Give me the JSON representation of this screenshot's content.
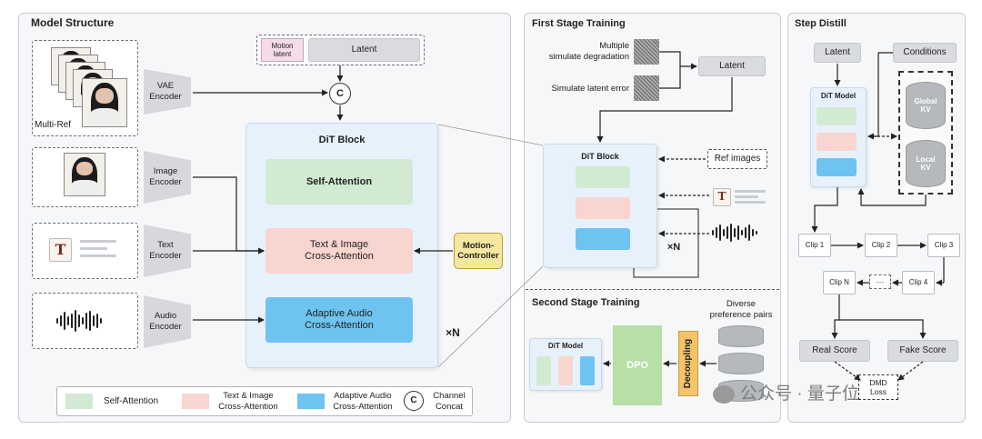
{
  "model_structure": {
    "title": "Model Structure",
    "multi_ref_label": "Multi-Ref",
    "vae_encoder": "VAE\nEncoder",
    "image_encoder": "Image\nEncoder",
    "text_encoder": "Text\nEncoder",
    "audio_encoder": "Audio\nEncoder",
    "motion_latent": "Motion\nlatent",
    "latent": "Latent",
    "concat_symbol": "C",
    "dit_block_title": "DiT Block",
    "self_attention": "Self-Attention",
    "text_image_cross": "Text & Image\nCross-Attention",
    "adaptive_audio_cross": "Adaptive Audio\nCross-Attention",
    "motion_controller": "Motion-\nController",
    "repeat_label": "×N",
    "text_icon_glyph": "T",
    "legend": {
      "self_attention": "Self-Attention",
      "text_image": "Text & Image\nCross-Attention",
      "adaptive_audio": "Adaptive Audio\nCross-Attention",
      "concat_symbol": "C",
      "channel_concat": "Channel\nConcat"
    }
  },
  "first_stage": {
    "title": "First Stage Training",
    "multiple_degradation": "Multiple\nsimulate degradation",
    "simulate_latent_error": "Simulate latent error",
    "latent": "Latent",
    "dit_block": "DiT Block",
    "ref_images": "Ref images",
    "repeat_label": "×N",
    "text_icon_glyph": "T"
  },
  "second_stage": {
    "title": "Second Stage Training",
    "dit_model": "DiT Model",
    "dpo": "DPO",
    "decoupling": "Decoupling",
    "diverse_pairs": "Diverse\npreference pairs"
  },
  "step_distill": {
    "title": "Step Distill",
    "latent": "Latent",
    "conditions": "Conditions",
    "dit_model": "DiT Model",
    "global_kv": "Global\nKV",
    "local_kv": "Local\nKV",
    "clips": [
      "Clip 1",
      "Clip 2",
      "Clip 3",
      "Clip 4",
      "Clip N"
    ],
    "ellipsis": "···",
    "real_score": "Real Score",
    "fake_score": "Fake Score",
    "dmd_loss": "DMD\nLoss"
  },
  "watermark": "公众号 · 量子位",
  "colors": {
    "self_attention": "#d3ead2",
    "text_image_cross": "#f9d5cf",
    "adaptive_audio_cross": "#6fc3f0",
    "motion_controller": "#f6e7a0",
    "dpo": "#b7dfa6",
    "decoupling": "#f3c468"
  }
}
